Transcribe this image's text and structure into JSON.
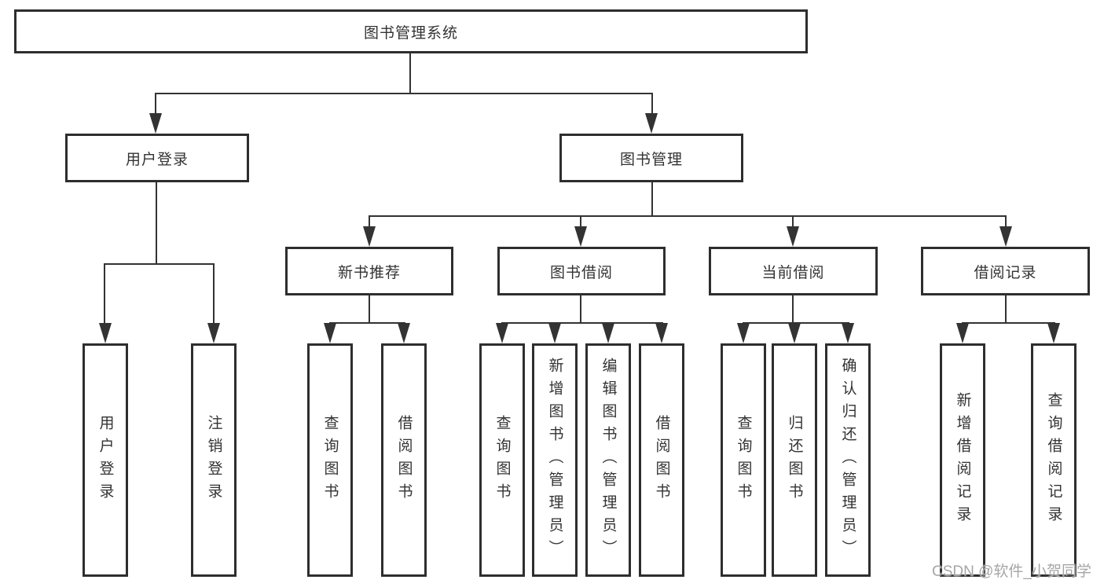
{
  "diagram": {
    "root": {
      "label": "图书管理系统"
    },
    "level1": [
      {
        "id": "user-login",
        "label": "用户登录"
      },
      {
        "id": "book-management",
        "label": "图书管理"
      }
    ],
    "level2": [
      {
        "id": "new-book-recommend",
        "label": "新书推荐"
      },
      {
        "id": "book-borrow",
        "label": "图书借阅"
      },
      {
        "id": "current-borrow",
        "label": "当前借阅"
      },
      {
        "id": "borrow-records",
        "label": "借阅记录"
      }
    ],
    "leaves": {
      "user_login": [
        "用户登录",
        "注销登录"
      ],
      "new_book_recommend": [
        "查询图书",
        "借阅图书"
      ],
      "book_borrow": [
        "查询图书",
        "新增图书（管理员）",
        "编辑图书（管理员）",
        "借阅图书"
      ],
      "current_borrow": [
        "查询图书",
        "归还图书",
        "确认归还（管理员）"
      ],
      "borrow_records": [
        "新增借阅记录",
        "查询借阅记录"
      ]
    }
  },
  "watermark": {
    "text": "CSDN @软件_小贺同学"
  },
  "colors": {
    "line": "#333333",
    "box_border": "#2e2e2e",
    "text": "#333333",
    "background": "#ffffff",
    "watermark": "#a6a6a6"
  }
}
